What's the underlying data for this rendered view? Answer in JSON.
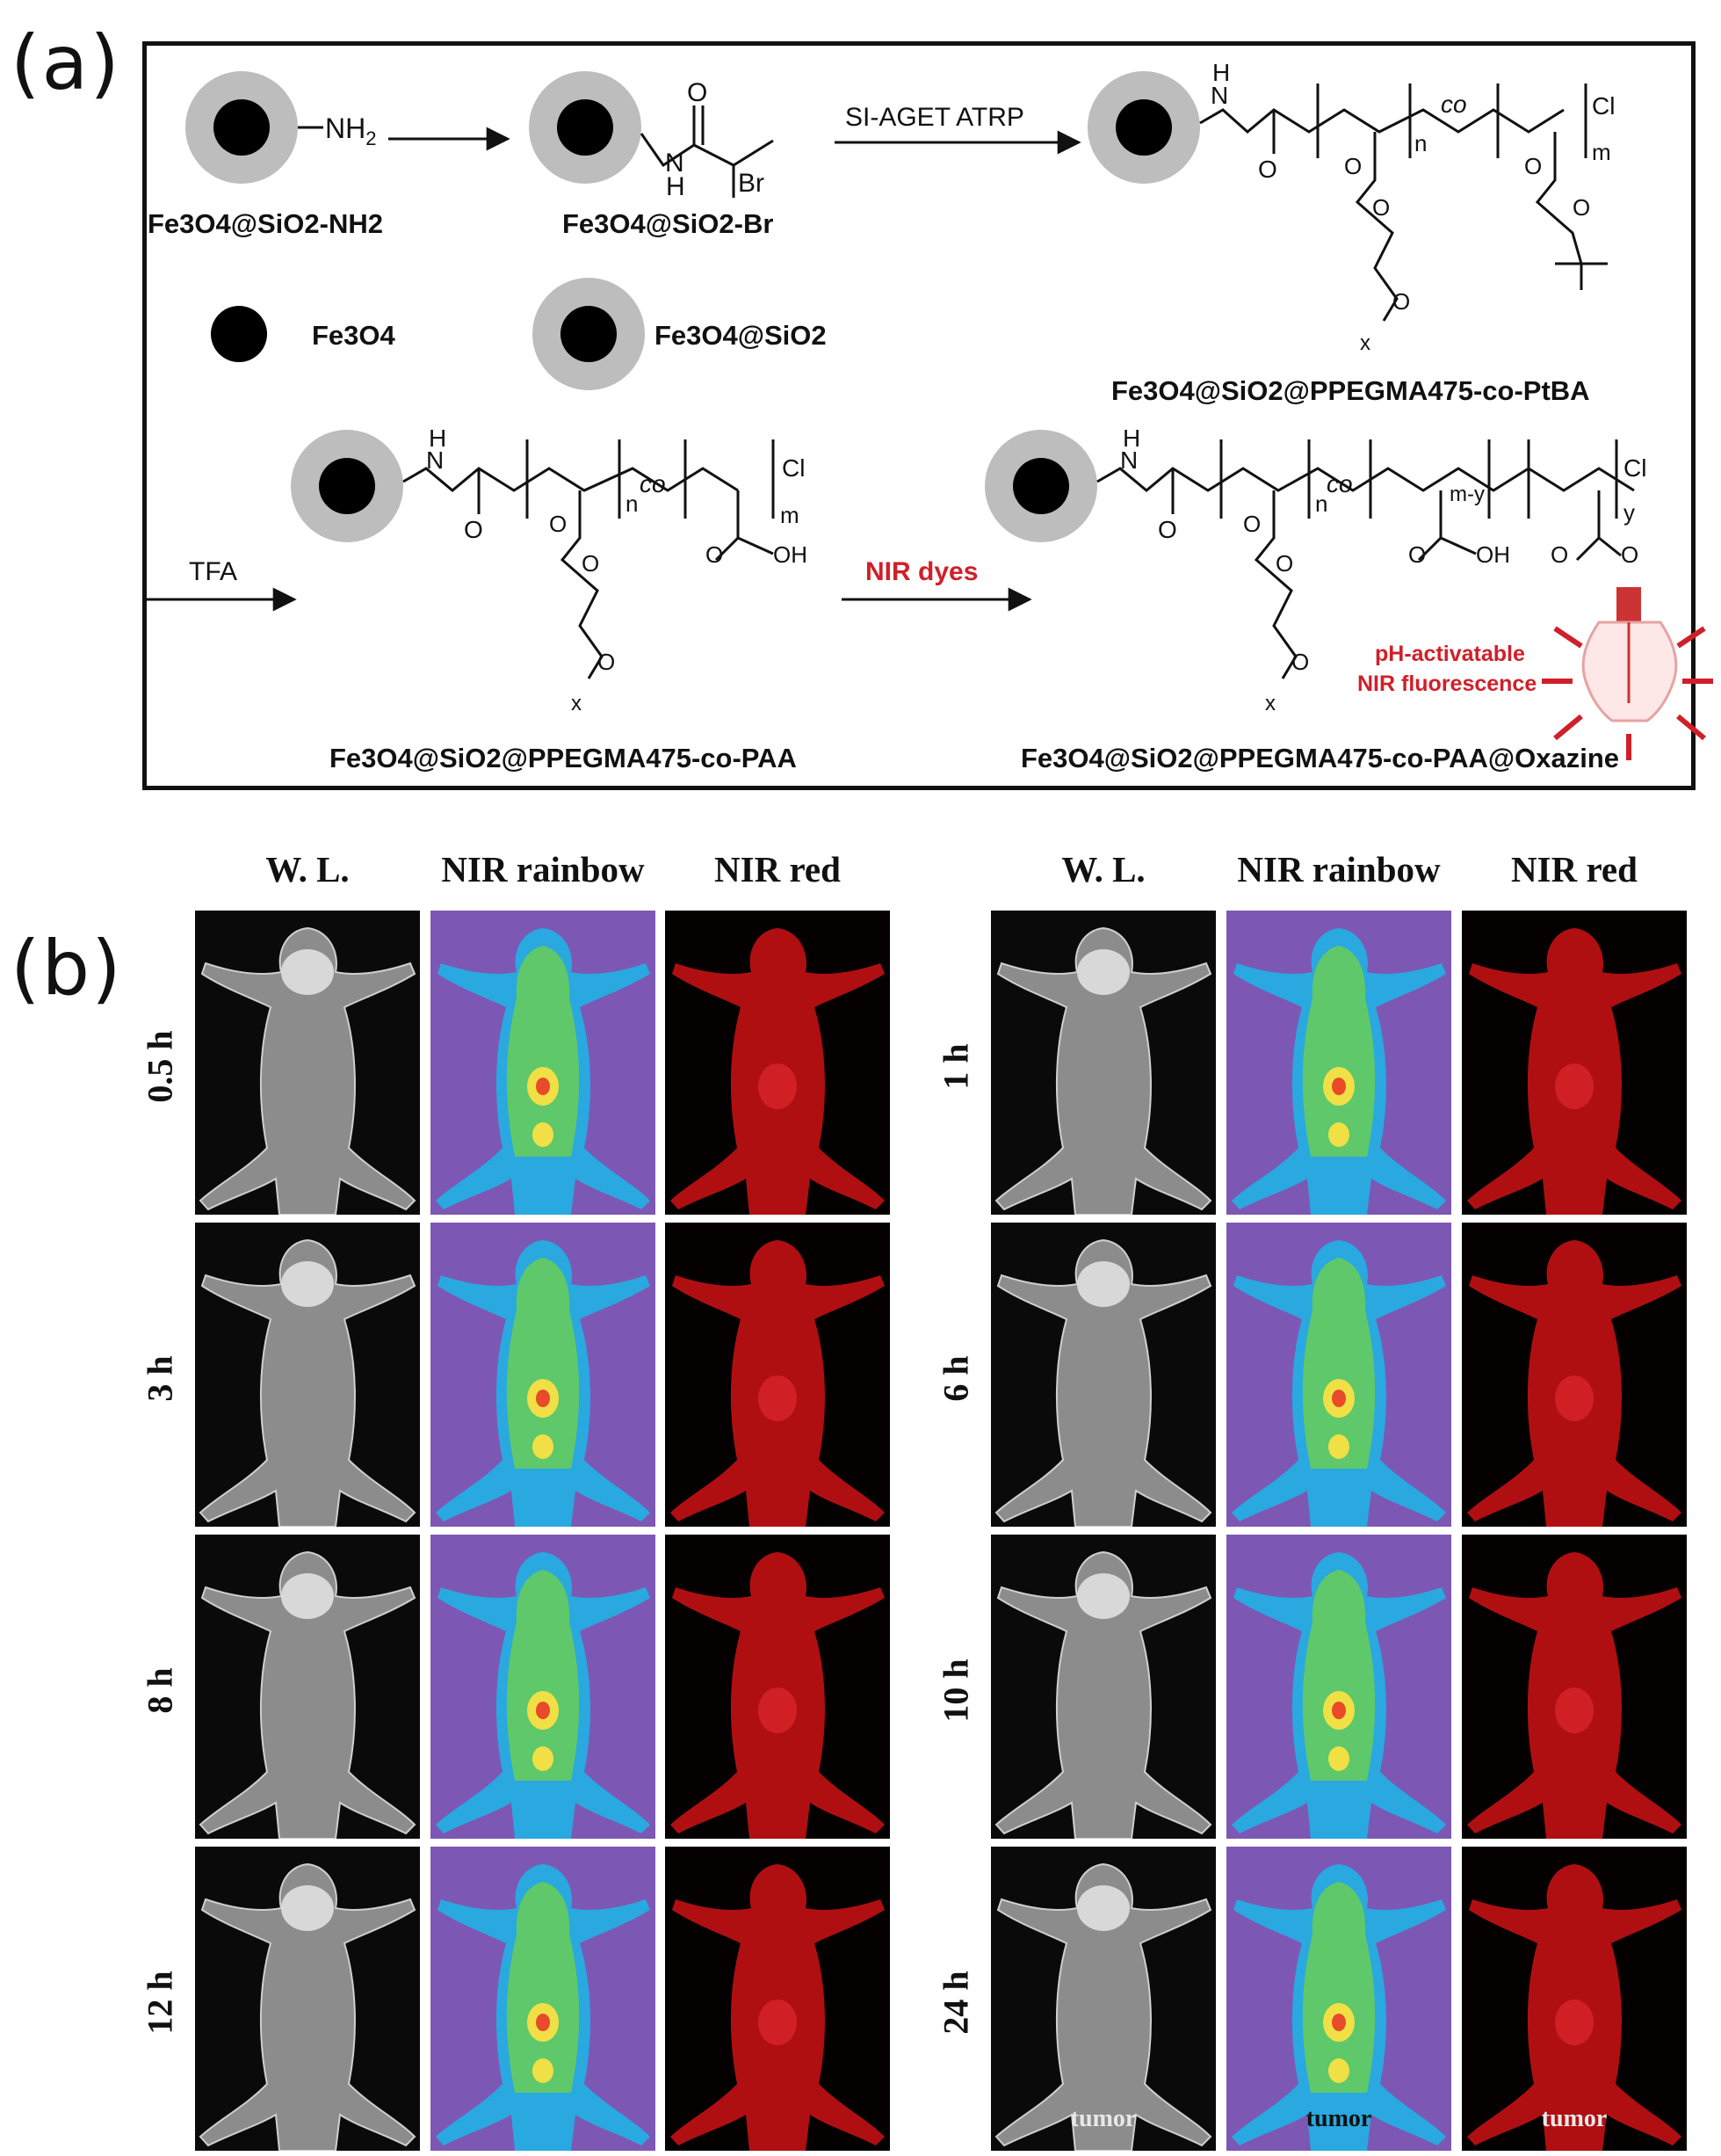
{
  "panel_labels": {
    "a": "(a)",
    "b": "(b)"
  },
  "scheme": {
    "nh2": "NH",
    "nh2_sub": "2",
    "reagent_top": "SI-AGET ATRP",
    "reagent_tfa": "TFA",
    "reagent_dyes": "NIR dyes",
    "atom_O": "O",
    "atom_H": "H",
    "atom_N": "N",
    "atom_Br": "Br",
    "atom_Cl": "Cl",
    "atom_OH": "OH",
    "co": "co",
    "sub_n": "n",
    "sub_m": "m",
    "sub_x": "x",
    "sub_my": "m-y",
    "sub_y": "y",
    "legend_fe3o4": "Fe3O4",
    "legend_fe3o4_sio2": "Fe3O4@SiO2",
    "compound_1": "Fe3O4@SiO2-NH2",
    "compound_2": "Fe3O4@SiO2-Br",
    "compound_3": "Fe3O4@SiO2@PPEGMA475-co-PtBA",
    "compound_4": "Fe3O4@SiO2@PPEGMA475-co-PAA",
    "compound_5": "Fe3O4@SiO2@PPEGMA475-co-PAA@Oxazine",
    "fluorescence_line1": "pH-activatable",
    "fluorescence_line2": "NIR fluorescence"
  },
  "imaging": {
    "column_headers": [
      "W. L.",
      "NIR rainbow",
      "NIR red"
    ],
    "time_points_left": [
      "0.5 h",
      "3 h",
      "8 h",
      "12 h"
    ],
    "time_points_right": [
      "1 h",
      "6 h",
      "10 h",
      "24 h"
    ],
    "tumor_label": "tumor",
    "colors": {
      "wl_background": "#0a0a0a",
      "wl_mouse": "#8c8c8c",
      "rainbow_background": "#7d57b4",
      "rainbow_body": "#5fc86a",
      "red_background": "#050000",
      "red_mouse": "#b00f12",
      "accent_red": "#d11f2a"
    }
  }
}
